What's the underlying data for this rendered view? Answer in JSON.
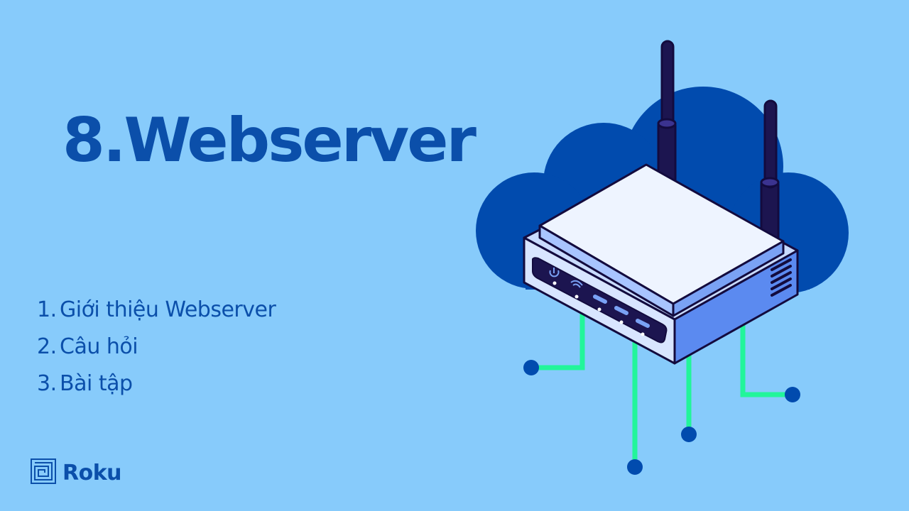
{
  "slide": {
    "title": "8.Webserver",
    "agenda": [
      {
        "number": "1.",
        "label": "Giới thiệu Webserver"
      },
      {
        "number": "2.",
        "label": "Câu hỏi"
      },
      {
        "number": "3.",
        "label": "Bài tập"
      }
    ]
  },
  "brand": {
    "name": "Roku",
    "icon": "roku-logo-icon"
  },
  "illustration": {
    "icon": "router-cloud-illustration"
  },
  "colors": {
    "background": "#87CBFB",
    "primary": "#0B4FAA",
    "cloud": "#014BAE",
    "circuit": "#22F59A",
    "router_front": "#5B8AF0"
  }
}
